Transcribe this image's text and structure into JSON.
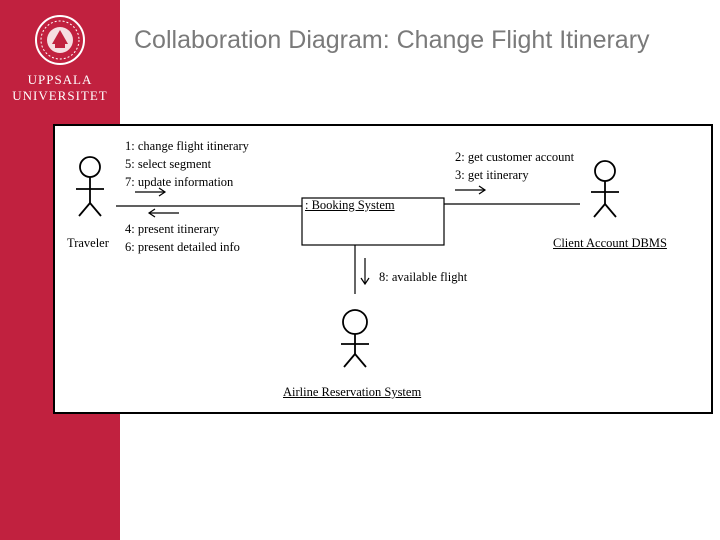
{
  "slide": {
    "title": "Collaboration Diagram: Change Flight Itinerary",
    "colors": {
      "sidebar": "#c1213f",
      "title_text": "#7a7a7a",
      "background": "#ffffff"
    }
  },
  "logo": {
    "line1": "UPPSALA",
    "line2": "UNIVERSITET",
    "seal_icon": "university-seal-icon"
  },
  "diagram": {
    "booking_system": ": Booking System",
    "traveler": "Traveler",
    "client_account": "Client Account DBMS",
    "airline_system": "Airline Reservation System",
    "messages_to_booking": [
      "1: change flight itinerary",
      "5: select segment",
      "7: update information"
    ],
    "messages_to_client": [
      "2: get customer account",
      "3: get itinerary"
    ],
    "messages_to_traveler": [
      "4: present itinerary",
      "6: present detailed info"
    ],
    "messages_to_airline": [
      "8: available flight"
    ]
  }
}
